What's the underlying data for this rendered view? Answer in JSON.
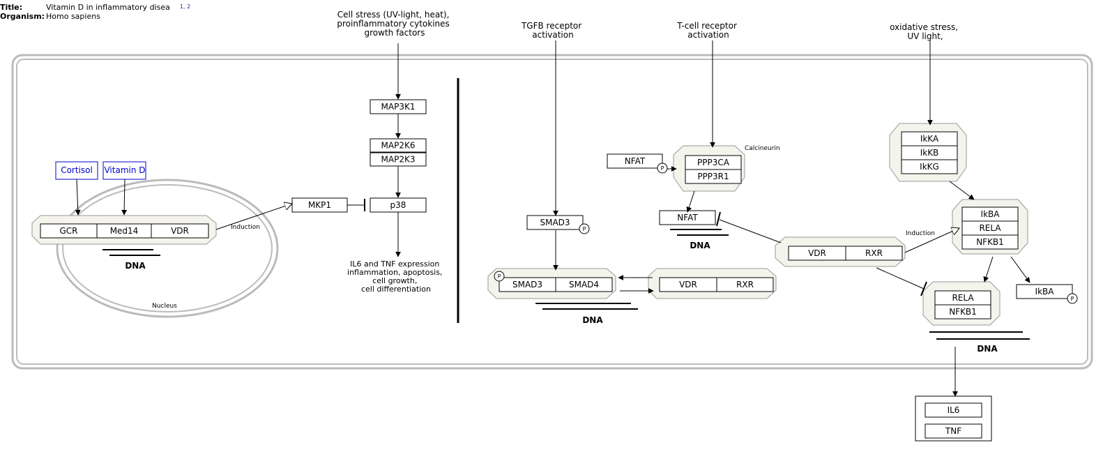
{
  "header": {
    "title_label": "Title:",
    "title_value": "Vitamin D in inflammatory disea",
    "refs": "1, 2",
    "organism_label": "Organism:",
    "organism_value": "Homo sapiens"
  },
  "labels": {
    "cell_stress": [
      "Cell stress (UV-light, heat),",
      "proinflammatory cytokines",
      "growth factors"
    ],
    "tgfb": [
      "TGFB receptor",
      "activation"
    ],
    "tcell": [
      "T-cell receptor",
      "activation"
    ],
    "oxidative": [
      "oxidative stress,",
      "UV light,"
    ],
    "il6_tnf_expr": [
      "IL6 and TNF expression",
      "inflammation, apoptosis,",
      "cell growth,",
      "cell differentiation"
    ],
    "induction": "Induction",
    "nucleus": "Nucleus",
    "calcineurin": "Calcineurin",
    "dna": "DNA",
    "p": "P"
  },
  "metabolites": {
    "cortisol": "Cortisol",
    "vitamin_d": "Vitamin D"
  },
  "genes": {
    "gcr": "GCR",
    "med14": "Med14",
    "vdr": "VDR",
    "mkp1": "MKP1",
    "map3k1": "MAP3K1",
    "map2k6": "MAP2K6",
    "map2k3": "MAP2K3",
    "p38": "p38",
    "smad3": "SMAD3",
    "smad4": "SMAD4",
    "rxr": "RXR",
    "nfat": "NFAT",
    "ppp3ca": "PPP3CA",
    "ppp3r1": "PPP3R1",
    "ikka": "IkKA",
    "ikkb": "IkKB",
    "ikkg": "IkKG",
    "ikba": "IkBA",
    "rela": "RELA",
    "nfkb1": "NFKB1",
    "il6": "IL6",
    "tnf": "TNF"
  },
  "colors": {
    "metabolite": "#0000cc",
    "complex_fill": "#f4f4ec",
    "complex_stroke": "#999999",
    "cell_border": "#bbbbbb",
    "line": "#000000"
  }
}
